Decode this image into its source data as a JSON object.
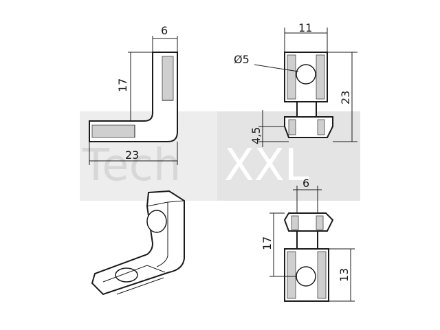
{
  "watermark": {
    "prefix": "Tech",
    "suffix": "XXL"
  },
  "dimensions": {
    "side_width": "6",
    "side_height": "17",
    "side_length": "23",
    "front_width": "11",
    "hole_diameter": "Ø5",
    "front_height": "23",
    "front_offset": "4,5",
    "rear_width": "6",
    "rear_height": "17",
    "rear_offset": "13"
  },
  "colors": {
    "line": "#1a1a1a",
    "watermark": "#d7d7d7",
    "fill": "#cfcfcf"
  }
}
